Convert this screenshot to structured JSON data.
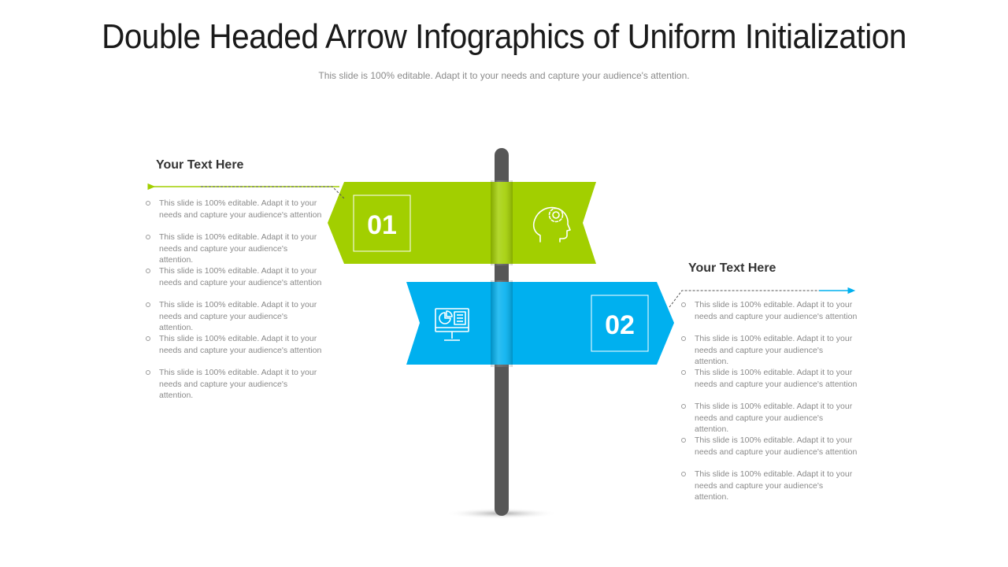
{
  "title": "Double Headed Arrow Infographics of Uniform Initialization",
  "subtitle": "This slide is 100% editable. Adapt it to your needs and capture your audience's attention.",
  "colors": {
    "green": "#a2cf00",
    "blue": "#00b0ef",
    "pole": "#575757"
  },
  "left": {
    "heading": "Your Text Here",
    "number": "01",
    "icon": "head-gear-icon",
    "bullets": [
      "This slide is 100% editable. Adapt it to your needs and capture your audience's attention",
      "This slide is 100% editable. Adapt it to your needs and capture your audience's attention.",
      "This slide is 100% editable. Adapt it to your needs and capture your audience's attention",
      "This slide is 100% editable. Adapt it to your needs and capture your audience's attention.",
      "This slide is 100% editable. Adapt it to your needs and capture your audience's attention",
      "This slide is 100% editable. Adapt it to your needs and capture your audience's attention."
    ]
  },
  "right": {
    "heading": "Your Text Here",
    "number": "02",
    "icon": "monitor-chart-icon",
    "bullets": [
      "This slide is 100% editable. Adapt it to your needs and capture your audience's attention",
      "This slide is 100% editable. Adapt it to your needs and capture your audience's attention.",
      "This slide is 100% editable. Adapt it to your needs and capture your audience's attention",
      "This slide is 100% editable. Adapt it to your needs and capture your audience's attention.",
      "This slide is 100% editable. Adapt it to your needs and capture your audience's attention",
      "This slide is 100% editable. Adapt it to your needs and capture your audience's attention."
    ]
  }
}
